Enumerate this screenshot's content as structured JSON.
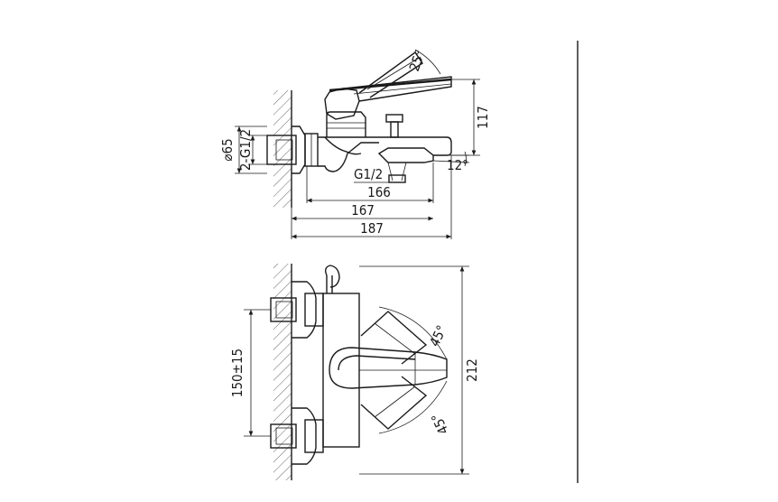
{
  "side_view": {
    "handle_angle": "25°",
    "spout_angle": "12°",
    "height": "117",
    "diameter": "⌀65",
    "inlet_thread": "2-G1/2",
    "outlet_thread": "G1/2",
    "length_spout": "166",
    "length_body": "167",
    "length_total": "187"
  },
  "top_view": {
    "inlet_spacing": "150±15",
    "rotation_upper": "45°",
    "rotation_lower": "45°",
    "depth": "212"
  }
}
